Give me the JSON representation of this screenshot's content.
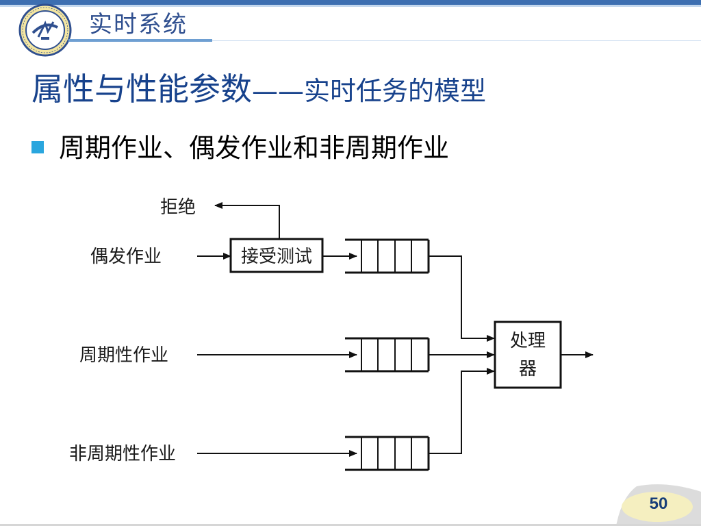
{
  "header": {
    "section_title": "实时系统",
    "logo": {
      "icon": "university-seal-icon",
      "color": "#2f4f8f",
      "fill": "#f4e6a1"
    }
  },
  "slide": {
    "title_main": "属性与性能参数",
    "title_dash": "——",
    "title_sub": "实时任务的模型",
    "bullet": "周期作业、偶发作业和非周期作业",
    "page_number": "50"
  },
  "diagram": {
    "reject_label": "拒绝",
    "acceptance_test_label": "接受测试",
    "processor_label_line1": "处理",
    "processor_label_line2": "器",
    "inputs": [
      {
        "label": "偶发作业",
        "via": "接受测试"
      },
      {
        "label": "周期性作业"
      },
      {
        "label": "非周期性作业"
      }
    ],
    "queue_slots": 4
  },
  "colors": {
    "accent": "#3d6fb1",
    "title": "#17428c",
    "bullet": "#2aa6de",
    "page_badge": "#f5efc0"
  }
}
